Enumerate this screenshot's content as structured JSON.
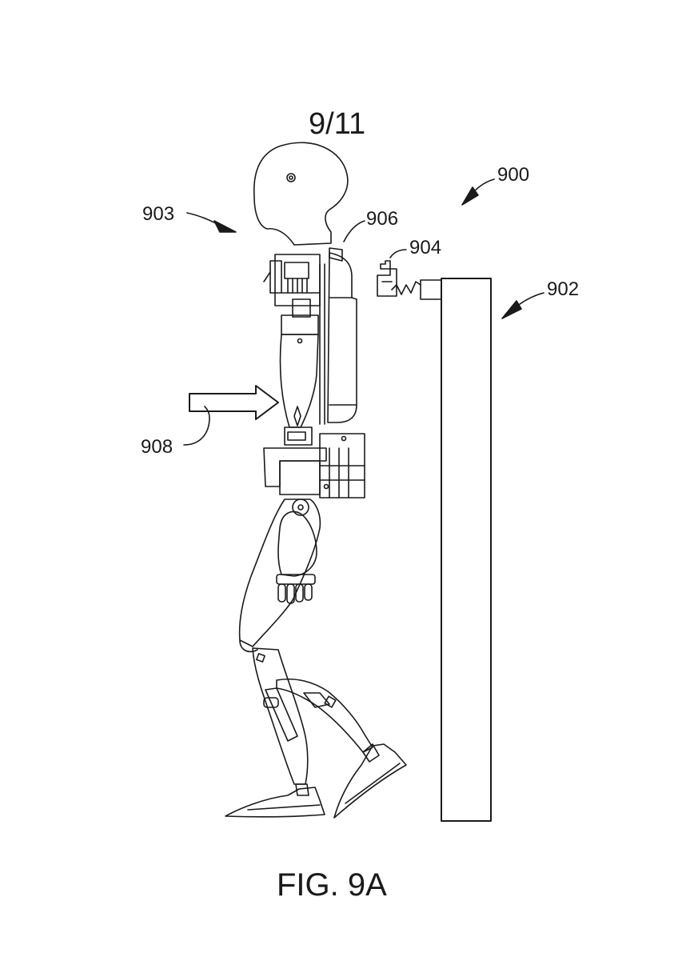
{
  "sheet_number": "9/11",
  "labels": {
    "system": "900",
    "wall": "902",
    "robot": "903",
    "dock_connector": "904",
    "robot_connector": "906",
    "push_direction": "908"
  },
  "caption": "FIG. 9A",
  "colors": {
    "line": "#1a1a1a",
    "fill": "#ffffff"
  }
}
